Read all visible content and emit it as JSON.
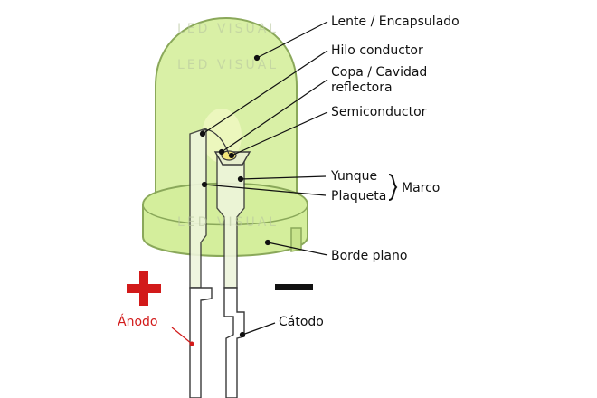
{
  "labels": {
    "lens": "Lente / Encapsulado",
    "wire": "Hilo conductor",
    "cup_line1": "Copa / Cavidad",
    "cup_line2": "reflectora",
    "semiconductor": "Semiconductor",
    "anvil": "Yunque",
    "post": "Plaqueta",
    "frame": "Marco",
    "flat_edge": "Borde plano",
    "anode": "Ánodo",
    "cathode": "Cátodo"
  },
  "symbols": {
    "plus": "+",
    "minus": "−"
  },
  "watermark": "LED VISUAL",
  "colors": {
    "lens_fill": "#d9f0a6",
    "lens_stroke": "#8aa85a",
    "outline": "#3a3a3a",
    "anode_red": "#d21a1a",
    "minus_black": "#111111"
  }
}
